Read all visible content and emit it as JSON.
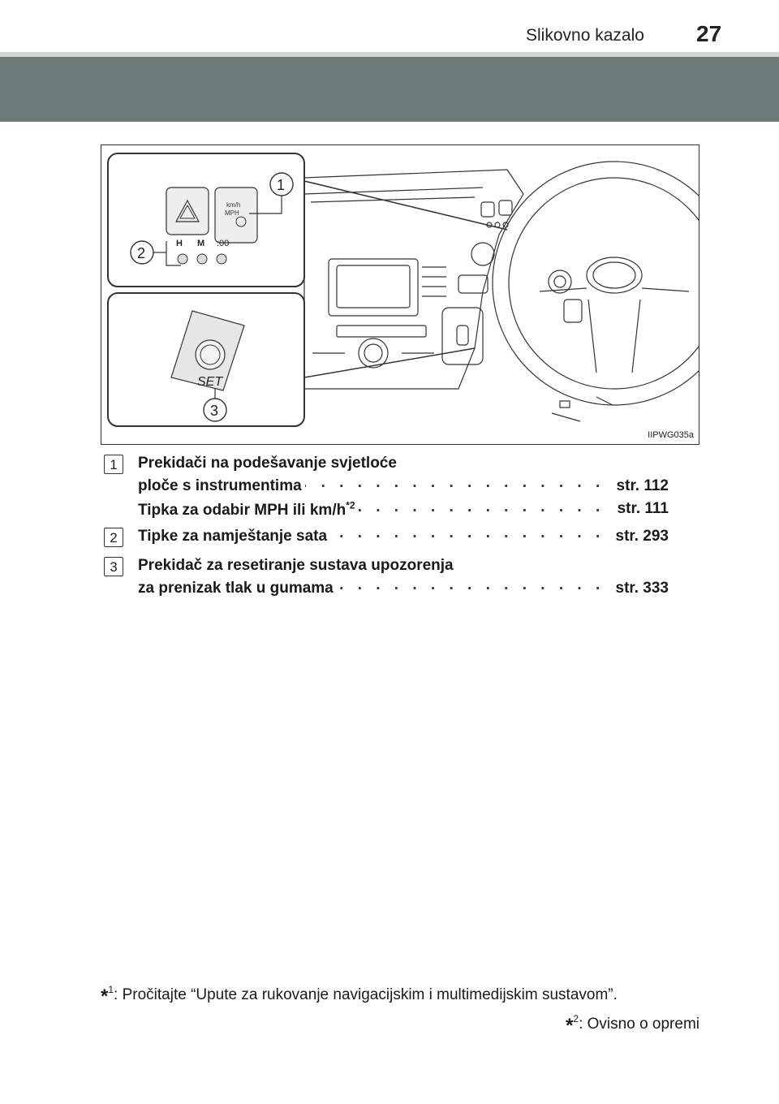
{
  "header": {
    "section_title": "Slikovno kazalo",
    "page_number": "27"
  },
  "figure": {
    "code": "IIPWG035a",
    "callouts": [
      "1",
      "2",
      "3"
    ],
    "inset_labels": {
      "speed_unit": "km/h\nMPH",
      "clock_h": "H",
      "clock_m": "M",
      "clock_00": ":00",
      "tire_set": "SET"
    }
  },
  "items": [
    {
      "number": "1",
      "lines": [
        {
          "text": "Prekidači na podešavanje svjetloće",
          "ref": ""
        },
        {
          "text": "ploče s instrumentima",
          "ref": "str. 112"
        },
        {
          "text": "Tipka za odabir MPH ili km/h",
          "sup": "*2",
          "ref": "str. 111"
        }
      ]
    },
    {
      "number": "2",
      "lines": [
        {
          "text": "Tipke za namještanje sata",
          "ref": "str. 293"
        }
      ]
    },
    {
      "number": "3",
      "lines": [
        {
          "text": "Prekidač za resetiranje sustava upozorenja",
          "ref": ""
        },
        {
          "text": "za prenizak tlak u gumama",
          "ref": "str. 333"
        }
      ]
    }
  ],
  "footnotes": [
    {
      "mark": "*",
      "sup": "1",
      "text": ": Pročitajte “Upute za rukovanje navigacijskim i multimedijskim sustavom”."
    },
    {
      "mark": "*",
      "sup": "2",
      "text": ": Ovisno o opremi"
    }
  ]
}
